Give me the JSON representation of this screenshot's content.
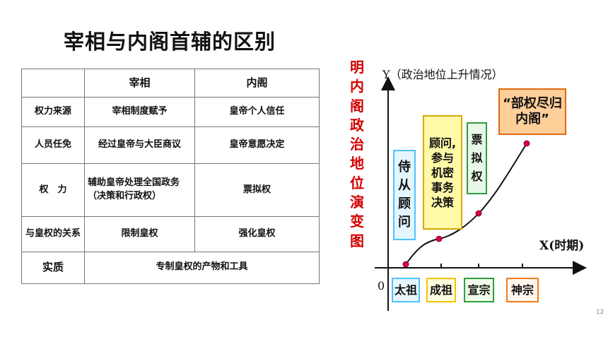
{
  "title": "宰相与内阁首辅的区别",
  "table": {
    "headers": [
      "",
      "宰相",
      "内阁"
    ],
    "rows": [
      {
        "label": "权力来源",
        "zaixiang": "宰相制度赋予",
        "neige": "皇帝个人信任"
      },
      {
        "label": "人员任免",
        "zaixiang": "经过皇帝与大臣商议",
        "neige": "皇帝意愿决定"
      },
      {
        "label": "权　力",
        "zaixiang": "辅助皇帝处理全国政务（决策和行政权）",
        "neige": "票拟权"
      },
      {
        "label": "与皇权的关系",
        "zaixiang": "限制皇权",
        "neige": "强化皇权"
      },
      {
        "label": "实质",
        "merged": "专制皇权的产物和工具"
      }
    ]
  },
  "diagram": {
    "vertical_title": "明内阁政治地位演变图",
    "y_label": "Y（政治地位上升情况）",
    "x_label": "X(时期)",
    "origin": "0",
    "periods": [
      {
        "name": "太祖",
        "color": "#4fc3f7",
        "fill": "#e8f7ff"
      },
      {
        "name": "成祖",
        "color": "#f5c400",
        "fill": "#fffce0"
      },
      {
        "name": "宣宗",
        "color": "#2e9e3e",
        "fill": "#eefbea"
      },
      {
        "name": "神宗",
        "color": "#f07d1a",
        "fill": "#fff7ee"
      }
    ],
    "stages": [
      {
        "text": "侍从顾问",
        "border": "#4fc3f7",
        "fill": "#e3f6ff"
      },
      {
        "text": "顾问,参与机密事务决策",
        "border": "#d6a800",
        "fill": "#fff9a8"
      },
      {
        "text": "票拟权",
        "border": "#2e9e3e",
        "fill": "#e8f7e6"
      },
      {
        "text": "“部权尽归内阁”",
        "border": "#e06a10",
        "fill": "#ffcf9a"
      }
    ],
    "curve_color": "#111111",
    "point_color": "#e0004a"
  },
  "page_number": "12"
}
